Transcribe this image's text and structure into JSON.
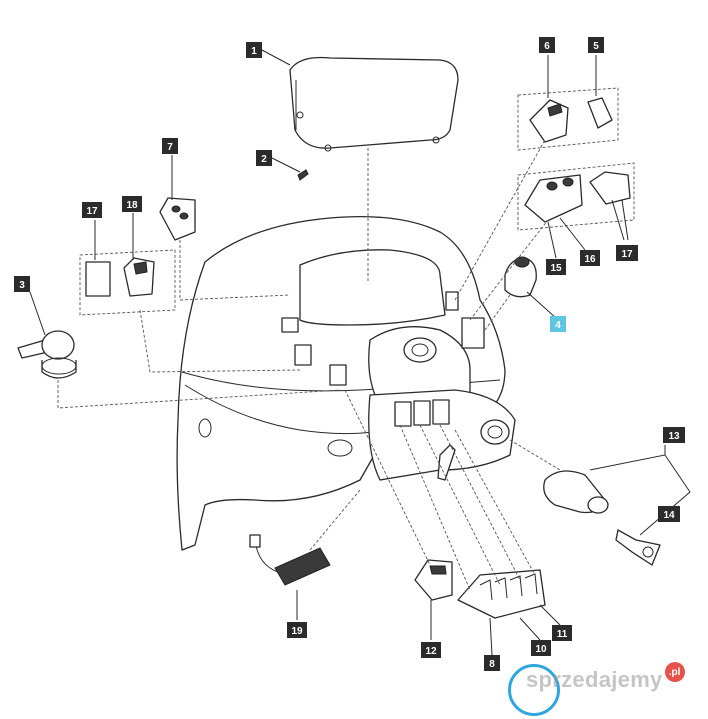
{
  "callouts": [
    {
      "id": "c1",
      "label": "1"
    },
    {
      "id": "c2",
      "label": "2"
    },
    {
      "id": "c3",
      "label": "3"
    },
    {
      "id": "c4",
      "label": "4"
    },
    {
      "id": "c5",
      "label": "5"
    },
    {
      "id": "c6",
      "label": "6"
    },
    {
      "id": "c7",
      "label": "7"
    },
    {
      "id": "c8",
      "label": "8"
    },
    {
      "id": "c10",
      "label": "10"
    },
    {
      "id": "c11",
      "label": "11"
    },
    {
      "id": "c12",
      "label": "12"
    },
    {
      "id": "c13",
      "label": "13"
    },
    {
      "id": "c14",
      "label": "14"
    },
    {
      "id": "c15",
      "label": "15"
    },
    {
      "id": "c16",
      "label": "16"
    },
    {
      "id": "c17a",
      "label": "17"
    },
    {
      "id": "c17b",
      "label": "17"
    },
    {
      "id": "c18",
      "label": "18"
    },
    {
      "id": "c19",
      "label": "19"
    }
  ],
  "colors": {
    "callout_bg": "#2b2b2b",
    "callout_highlight": "#5fc6e0",
    "line": "#2a2a2a",
    "watermark_ring": "#2fa6df",
    "watermark_badge": "#e5534b"
  },
  "watermark": {
    "text": "sprzedajemy",
    "badge": ".pl"
  }
}
